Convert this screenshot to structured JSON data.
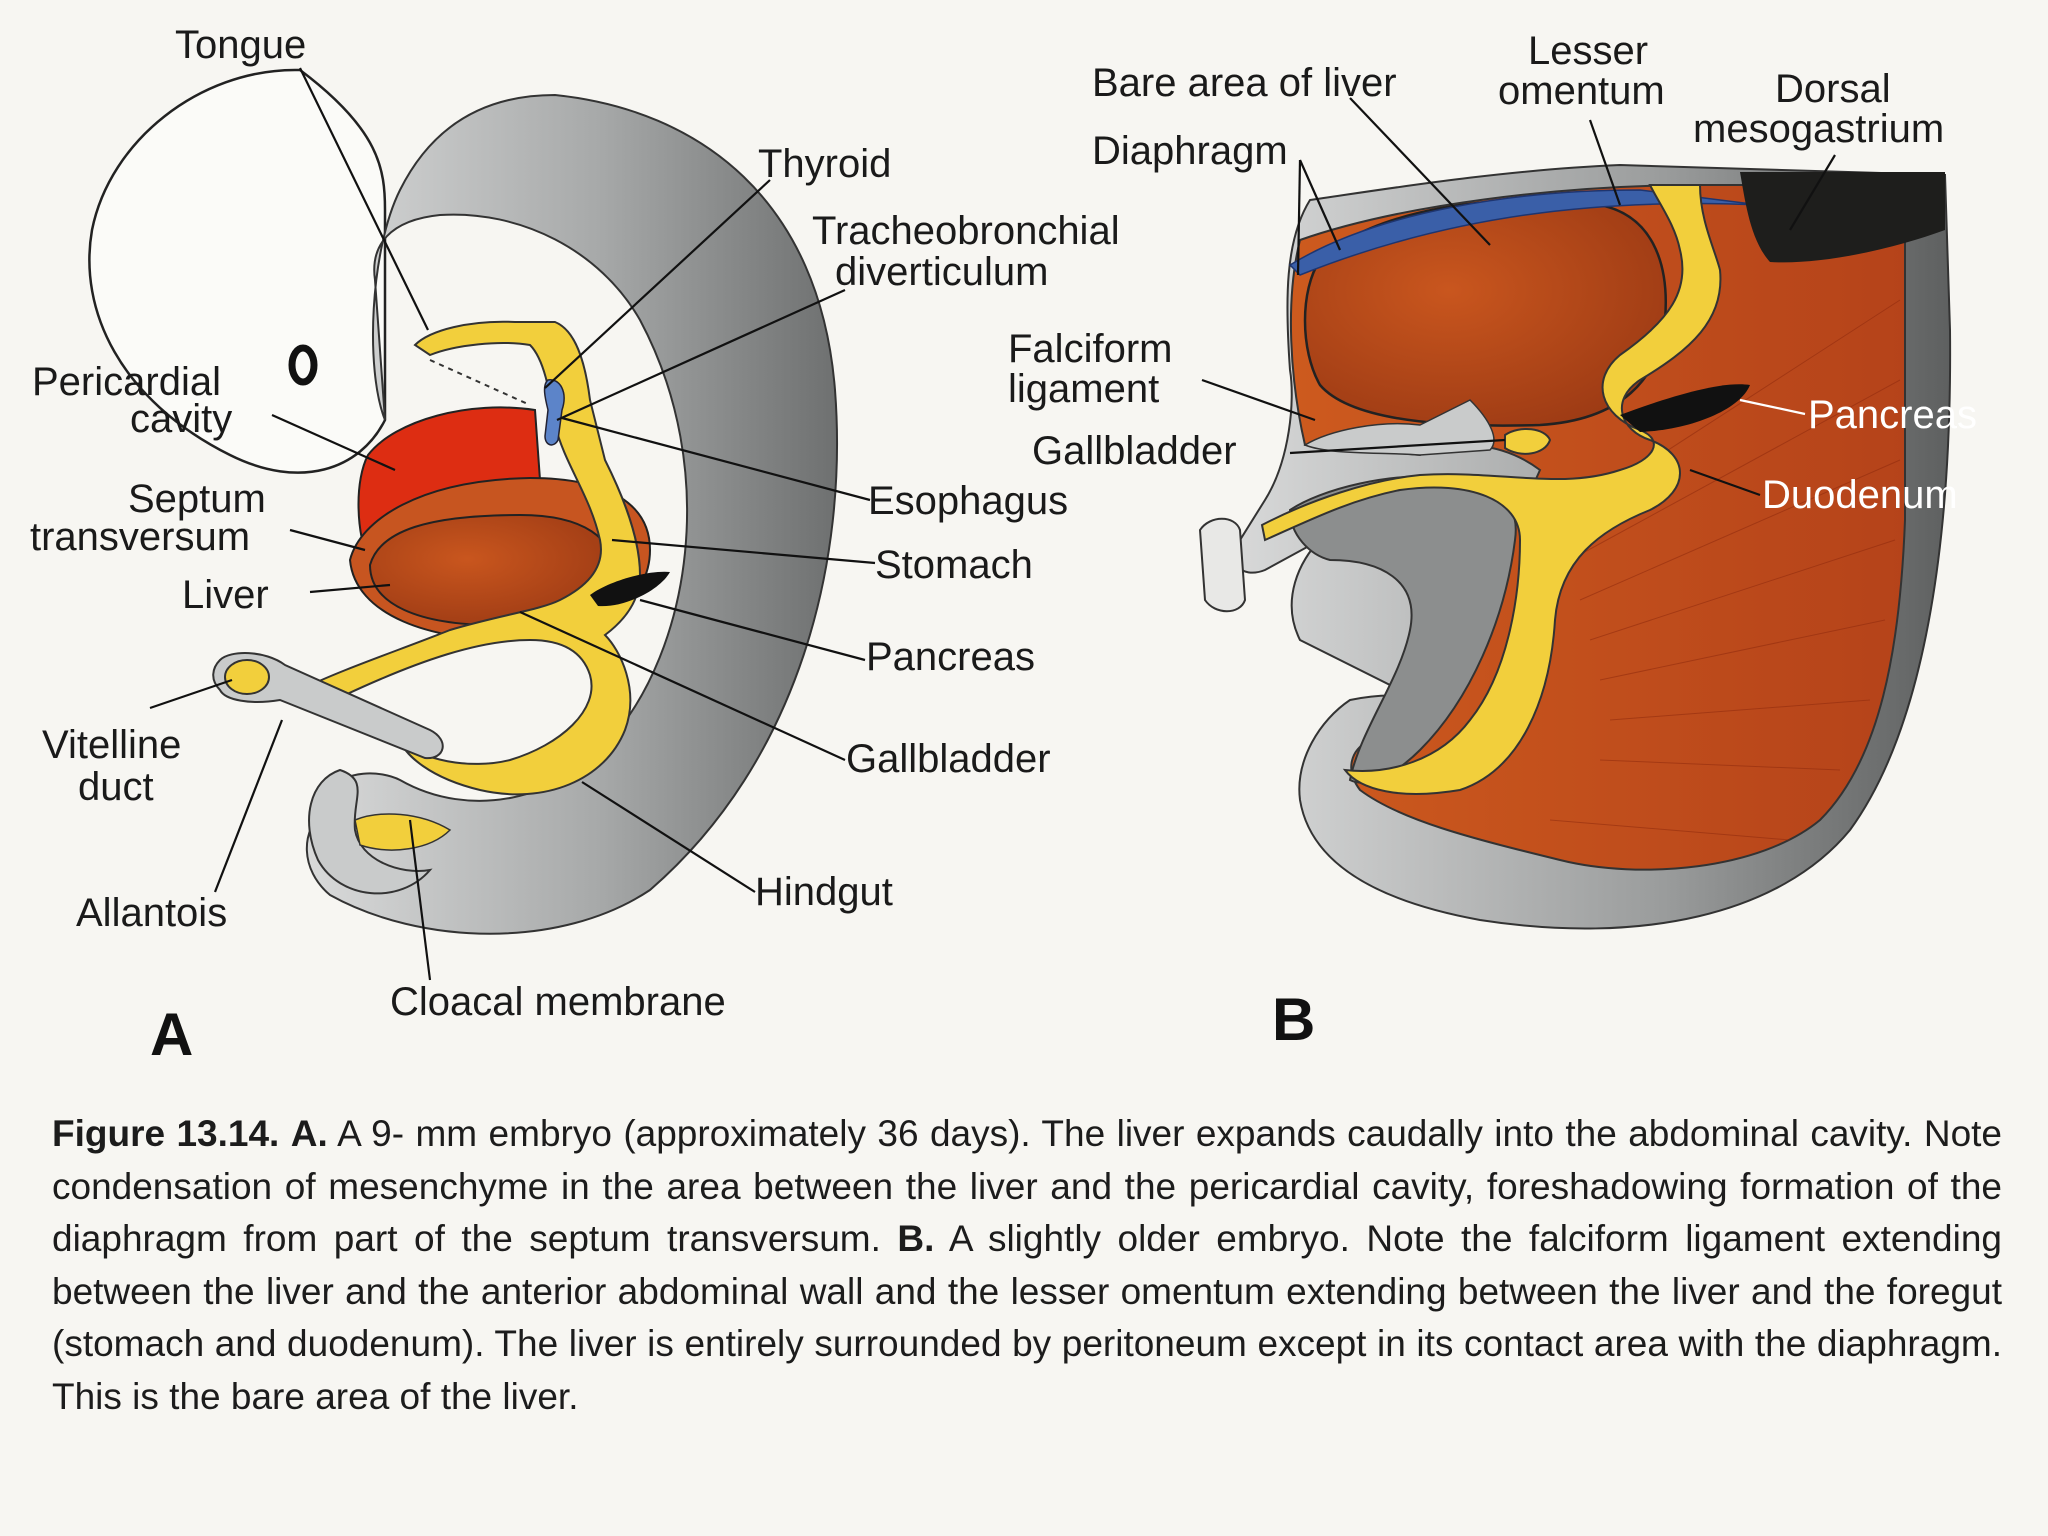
{
  "panel_a": {
    "letter": "A",
    "labels": {
      "tongue": "Tongue",
      "thyroid": "Thyroid",
      "tracheo_1": "Tracheobronchial",
      "tracheo_2": "diverticulum",
      "pericardial_1": "Pericardial",
      "pericardial_2": "cavity",
      "septum_1": "Septum",
      "septum_2": "transversum",
      "liver": "Liver",
      "esophagus": "Esophagus",
      "stomach": "Stomach",
      "pancreas": "Pancreas",
      "gallbladder": "Gallbladder",
      "vitelline_1": "Vitelline",
      "vitelline_2": "duct",
      "allantois": "Allantois",
      "hindgut": "Hindgut",
      "cloacal": "Cloacal membrane"
    }
  },
  "panel_b": {
    "letter": "B",
    "labels": {
      "lesser_1": "Lesser",
      "lesser_2": "omentum",
      "bare_area": "Bare area of liver",
      "dorsal_1": "Dorsal",
      "dorsal_2": "mesogastrium",
      "diaphragm": "Diaphragm",
      "falciform_1": "Falciform",
      "falciform_2": "ligament",
      "gallbladder": "Gallbladder",
      "pancreas": "Pancreas",
      "duodenum": "Duodenum"
    }
  },
  "caption": {
    "figure_id": "Figure 13.14.",
    "part_a": "A.",
    "text_a": "A 9- mm embryo (approximately 36 days). The liver expands caudally into the abdominal cavity. Note condensation of mesenchyme in the area between the liver and the pericardial cavity, foreshadowing formation of the diaphragm from part of the septum transversum.",
    "part_b": "B.",
    "text_b": "A slightly older embryo. Note the falciform ligament extending between the liver and the anterior abdominal wall and the lesser omentum extending between the liver and the foregut (stomach and duodenum). The liver is entirely surrounded by peritoneum except in its contact area with the diaphragm. This is the bare area of the liver."
  },
  "colors": {
    "background": "#f7f6f2",
    "embryo_wall": "#9d9f9f",
    "gut_tube": "#f2cf3c",
    "liver": "#b9461a",
    "pericardium": "#dd2d12",
    "diaphragm_band": "#3a5fa8",
    "mesoderm": "#c4511e",
    "dark_pancreas": "#111111"
  }
}
